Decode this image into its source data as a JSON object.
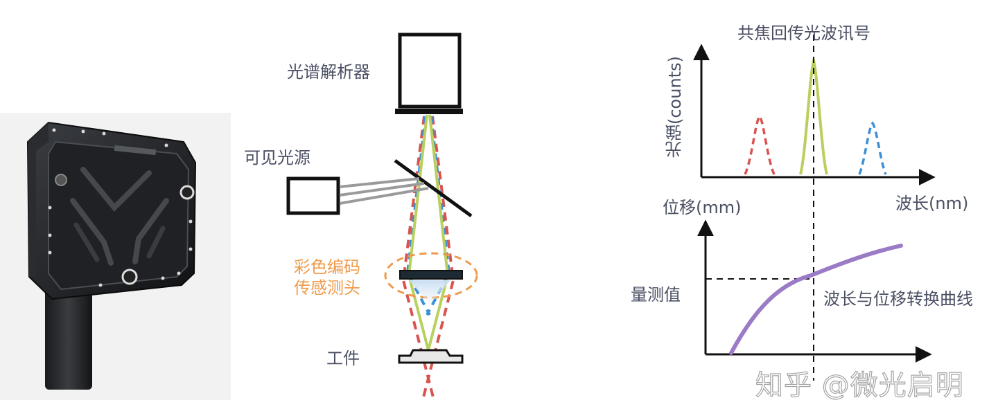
{
  "optics": {
    "spectrum_analyzer": "光谱解析器",
    "light_source": "可见光源",
    "sensor_head_line1": "彩色编码",
    "sensor_head_line2": "传感测头",
    "workpiece": "工件"
  },
  "spectrum_chart": {
    "title": "共焦回传光波讯号",
    "ylabel": "光強(counts)",
    "xlabel": "波长(nm)"
  },
  "calibration_chart": {
    "ylabel": "位移(mm)",
    "measured_label": "量测值",
    "curve_label": "波长与位移转换曲线"
  },
  "watermark": "知乎 @微光启明",
  "colors": {
    "red": "#d9534f",
    "green": "#b9cf5e",
    "blue": "#3b8fd6",
    "purple": "#9b7bc6",
    "orange": "#ef9a4a"
  },
  "chart_data": [
    {
      "type": "line",
      "title": "共焦回传光波讯号",
      "xlabel": "波长(nm)",
      "ylabel": "光強(counts)",
      "series": [
        {
          "color": "red",
          "style": "dashed",
          "peak_relative_height": 0.47
        },
        {
          "color": "green",
          "style": "solid",
          "peak_relative_height": 0.95
        },
        {
          "color": "blue",
          "style": "dashed",
          "peak_relative_height": 0.4
        }
      ]
    },
    {
      "type": "line",
      "xlabel": "",
      "ylabel": "位移(mm)",
      "series": [
        {
          "color": "purple",
          "style": "solid",
          "shape": "increasing concave curve"
        }
      ],
      "annotations": [
        "量测值",
        "波长与位移转换曲线"
      ]
    }
  ]
}
